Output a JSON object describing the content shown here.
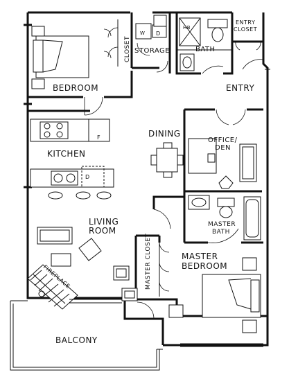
{
  "plan": {
    "rooms": {
      "bedroom": "BEDROOM",
      "storage": "STORAGE",
      "closet": "CLOSET",
      "bath": "BATH",
      "entry_closet_line1": "ENTRY",
      "entry_closet_line2": "CLOSET",
      "entry": "ENTRY",
      "dining": "DINING",
      "office_line1": "OFFICE/",
      "office_line2": "DEN",
      "kitchen": "KITCHEN",
      "living_line1": "LIVING",
      "living_line2": "ROOM",
      "master_bath_line1": "MASTER",
      "master_bath_line2": "BATH",
      "master_closet": "MASTER CLOSET",
      "master_bedroom_line1": "MASTER",
      "master_bedroom_line2": "BEDROOM",
      "fireplace": "FIREPLACE",
      "balcony": "BALCONY"
    },
    "fixtures": {
      "fridge": "F",
      "dishwasher": "D",
      "dryer": "D",
      "washer": "W",
      "water_heater": "HB"
    }
  }
}
